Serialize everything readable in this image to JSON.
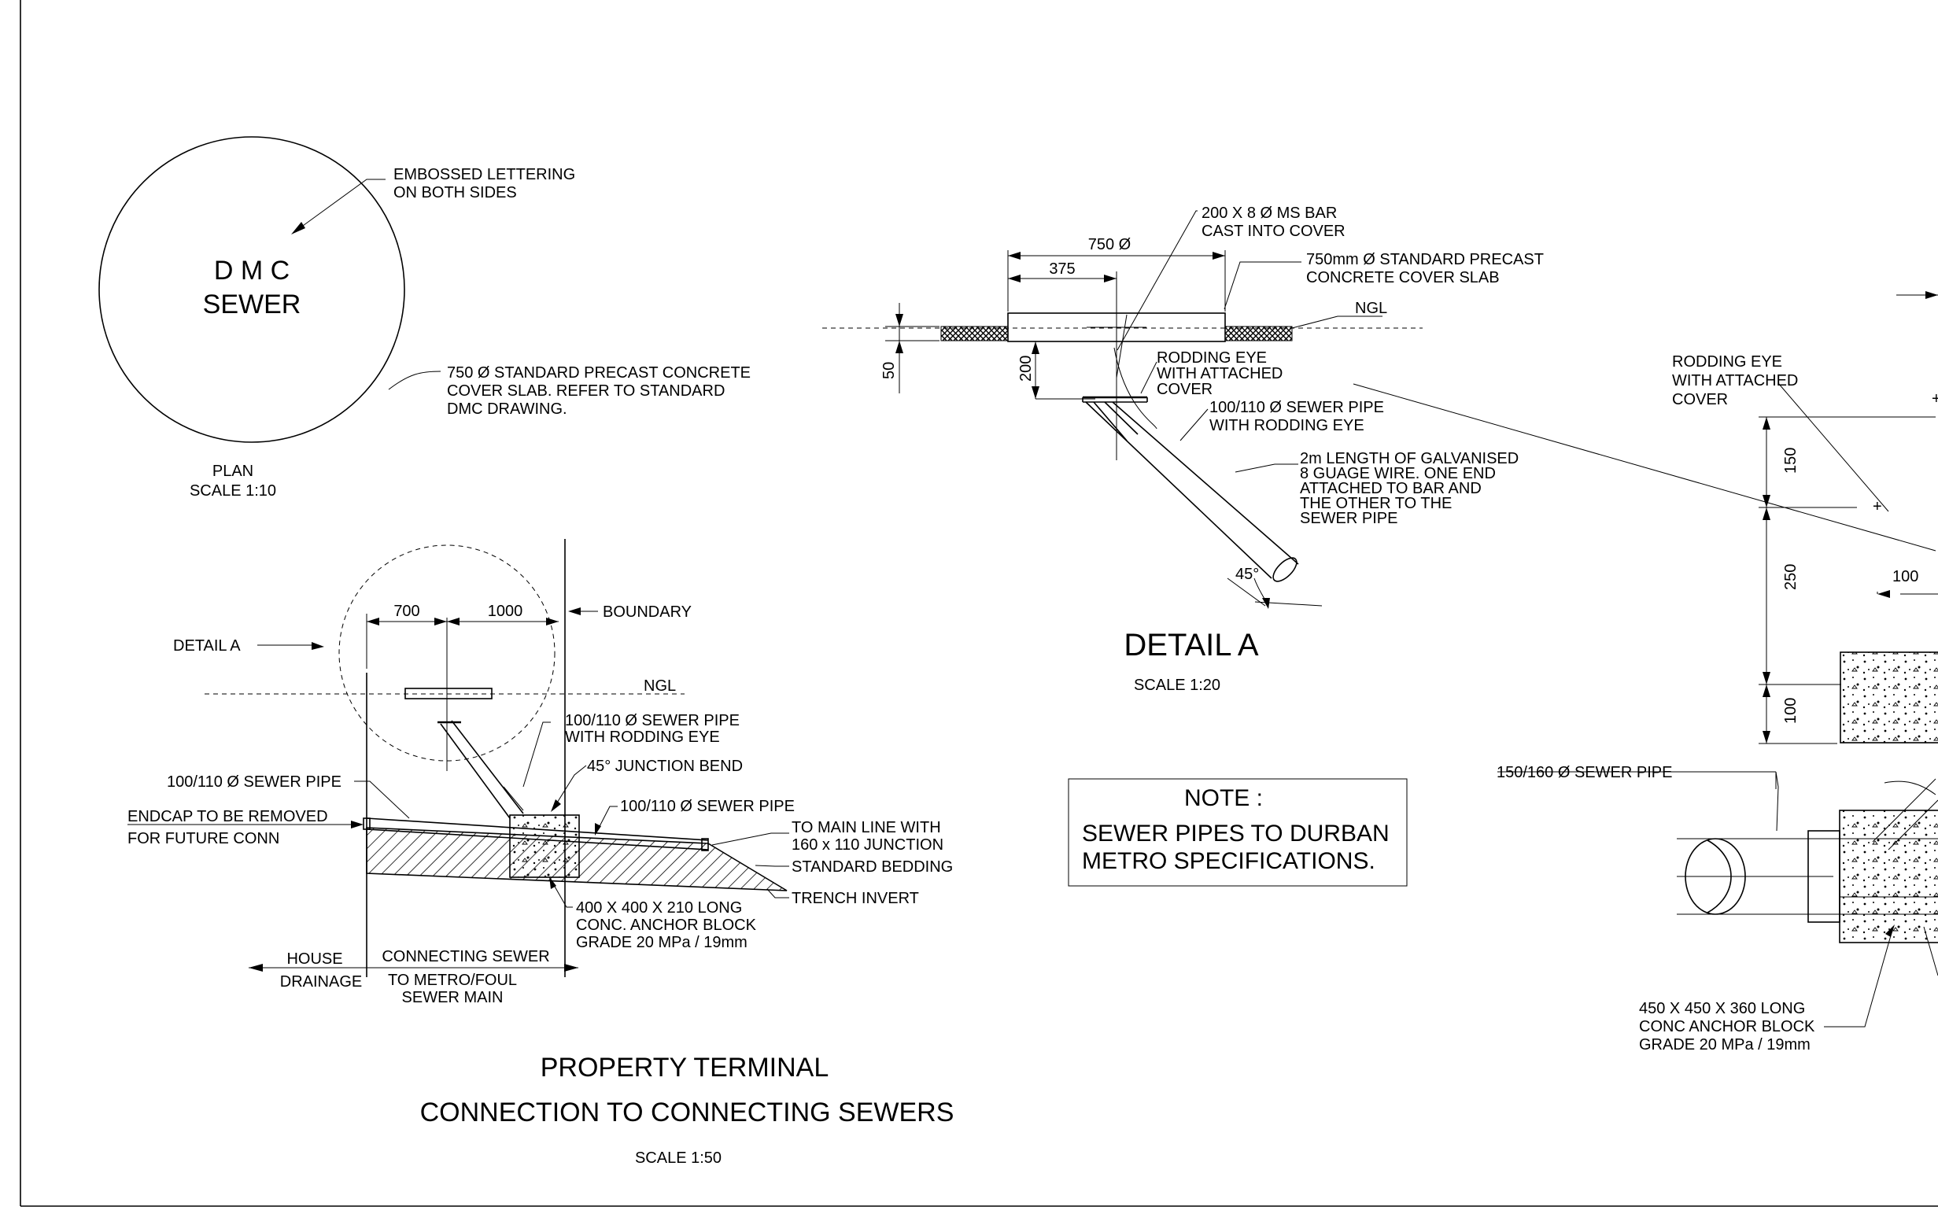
{
  "plan": {
    "cover_text_line1": "D M C",
    "cover_text_line2": "SEWER",
    "callout_embossed_1": "EMBOSSED LETTERING",
    "callout_embossed_2": "ON BOTH SIDES",
    "callout_slab_1": "750 Ø STANDARD PRECAST CONCRETE",
    "callout_slab_2": "COVER SLAB. REFER TO STANDARD",
    "callout_slab_3": "DMC DRAWING.",
    "title": "PLAN",
    "scale": "SCALE 1:10"
  },
  "detail_a": {
    "dim_750": "750 Ø",
    "dim_375": "375",
    "dim_50": "50",
    "dim_200": "200",
    "ms_bar_1": "200 X 8 Ø MS BAR",
    "ms_bar_2": "CAST INTO COVER",
    "cover_slab_1": "750mm Ø STANDARD PRECAST",
    "cover_slab_2": "CONCRETE COVER SLAB",
    "ngl": "NGL",
    "rodding_1": "RODDING EYE",
    "rodding_2": "WITH ATTACHED",
    "rodding_3": "COVER",
    "pipe_1": "100/110 Ø SEWER PIPE",
    "pipe_2": "WITH RODDING EYE",
    "wire_1": "2m LENGTH OF GALVANISED",
    "wire_2": "8 GUAGE WIRE. ONE END",
    "wire_3": "ATTACHED TO BAR AND",
    "wire_4": "THE OTHER TO THE",
    "wire_5": "SEWER PIPE",
    "angle": "45°",
    "title": "DETAIL A",
    "scale": "SCALE 1:20"
  },
  "property": {
    "detail_a_label": "DETAIL A",
    "dim_700": "700",
    "dim_1000": "1000",
    "boundary": "BOUNDARY",
    "ngl": "NGL",
    "pipe_rodding_1": "100/110 Ø SEWER PIPE",
    "pipe_rodding_2": "WITH RODDING EYE",
    "junction_bend": "45° JUNCTION BEND",
    "pipe_left": "100/110 Ø SEWER PIPE",
    "pipe_right": "100/110 Ø SEWER PIPE",
    "endcap_1": "ENDCAP TO BE REMOVED",
    "endcap_2": "FOR FUTURE CONN",
    "main_line_1": "TO MAIN LINE WITH",
    "main_line_2": "160 x 110 JUNCTION",
    "bedding": "STANDARD BEDDING",
    "trench": "TRENCH INVERT",
    "anchor_1": "400 X 400 X 210 LONG",
    "anchor_2": "CONC. ANCHOR BLOCK",
    "anchor_3": "GRADE 20 MPa / 19mm",
    "house_1": "HOUSE",
    "house_2": "DRAINAGE",
    "conn_1": "CONNECTING SEWER",
    "conn_2": "TO METRO/FOUL",
    "conn_3": "SEWER MAIN",
    "title_1": "PROPERTY TERMINAL",
    "title_2": "CONNECTION TO CONNECTING SEWERS",
    "scale": "SCALE 1:50"
  },
  "note": {
    "heading": "NOTE :",
    "line1": "SEWER PIPES TO DURBAN",
    "line2": "METRO SPECIFICATIONS."
  },
  "right_detail": {
    "rodding_1": "RODDING EYE",
    "rodding_2": "WITH ATTACHED",
    "rodding_3": "COVER",
    "dim_150": "150",
    "dim_250": "250",
    "dim_100_h": "100",
    "dim_100_v": "100",
    "pipe": "150/160 Ø SEWER PIPE",
    "anchor_1": "450 X 450 X 360 LONG",
    "anchor_2": "CONC ANCHOR BLOCK",
    "anchor_3": "GRADE 20 MPa / 19mm"
  }
}
